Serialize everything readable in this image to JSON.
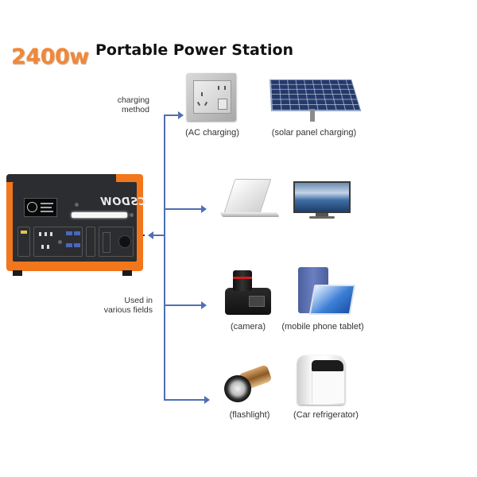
{
  "header": {
    "wattage": "2400w",
    "title": "Portable Power Station"
  },
  "labels": {
    "charging_method": [
      "charging",
      "method"
    ],
    "used_in": [
      "Used in",
      "various fields"
    ]
  },
  "product": {
    "brand_logo": "CSDOW",
    "colors": {
      "accent": "#f2761c",
      "body": "#2b2d31"
    }
  },
  "diagram": {
    "line_color": "#4f6fb5",
    "charging": [
      {
        "icon": "wall-socket-icon",
        "caption": "(AC charging)"
      },
      {
        "icon": "solar-panel-icon",
        "caption": "(solar panel charging)"
      }
    ],
    "uses": [
      {
        "icon": "laptop-icon",
        "caption": ""
      },
      {
        "icon": "tv-icon",
        "caption": ""
      },
      {
        "icon": "camera-icon",
        "caption": "(camera)"
      },
      {
        "icon": "tablet-icon",
        "caption": "(mobile phone tablet)"
      },
      {
        "icon": "flashlight-icon",
        "caption": "(flashlight)"
      },
      {
        "icon": "fridge-icon",
        "caption": "(Car refrigerator)"
      }
    ]
  }
}
